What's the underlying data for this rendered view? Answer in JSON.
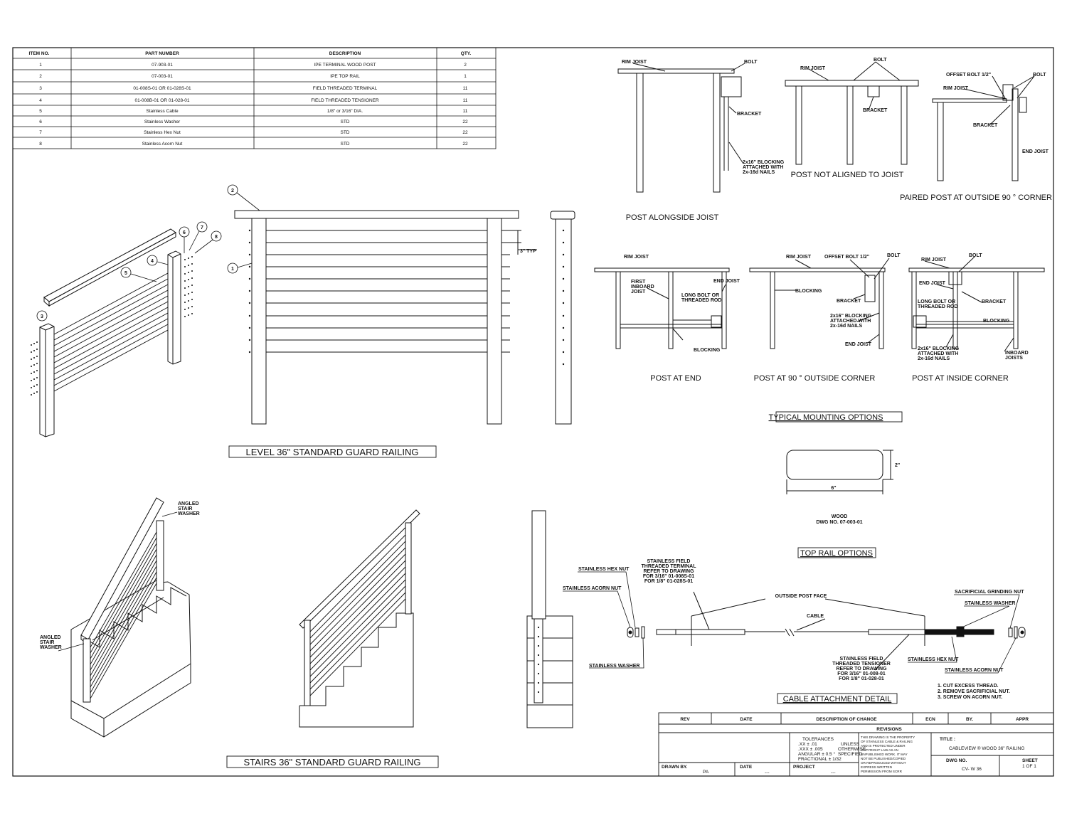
{
  "bom": {
    "headers": [
      "ITEM NO.",
      "PART NUMBER",
      "DESCRIPTION",
      "QTY."
    ],
    "rows": [
      {
        "item": "1",
        "part": "07-903-01",
        "desc": "IPE TERMINAL WOOD POST",
        "qty": "2"
      },
      {
        "item": "2",
        "part": "07-003-01",
        "desc": "IPE TOP RAIL",
        "qty": "1"
      },
      {
        "item": "3",
        "part": "01-008S-01 OR 01-028S-01",
        "desc": "FIELD THREADED TERMINAL",
        "qty": "11"
      },
      {
        "item": "4",
        "part": "01-008B-01 OR 01-028-01",
        "desc": "FIELD THREADED TENSIONER",
        "qty": "11"
      },
      {
        "item": "5",
        "part": "Stainless Cable",
        "desc": "1/8\" or 3/16\" DIA.",
        "qty": "11"
      },
      {
        "item": "6",
        "part": "Stainless Washer",
        "desc": "STD",
        "qty": "22"
      },
      {
        "item": "7",
        "part": "Stainless Hex Nut",
        "desc": "STD",
        "qty": "22"
      },
      {
        "item": "8",
        "part": "Stainless Acorn Nut",
        "desc": "STD",
        "qty": "22"
      }
    ]
  },
  "balloons": [
    "1",
    "2",
    "3",
    "4",
    "5",
    "6",
    "7",
    "8"
  ],
  "captions": {
    "level": "LEVEL 36\" STANDARD GUARD RAILING",
    "stairs": "STAIRS 36\" STANDARD GUARD RAILING",
    "typical": "TYPICAL MOUNTING OPTIONS",
    "top_rail": "TOP RAIL OPTIONS",
    "cable": "CABLE ATTACHMENT DETAIL",
    "alongside": "POST ALONGSIDE JOIST",
    "not_aligned": "POST NOT ALIGNED TO JOIST",
    "paired": "PAIRED POST AT OUTSIDE 90 ° CORNER",
    "at_end": "POST AT END",
    "outside_corner": "POST AT 90 ° OUTSIDE CORNER",
    "inside_corner": "POST AT INSIDE CORNER"
  },
  "labels": {
    "rim_joist": "RIM JOIST",
    "bolt": "BOLT",
    "bracket": "BRACKET",
    "blocking_1": "2x16\" BLOCKING",
    "blocking_2": "ATTACHED WITH",
    "blocking_3": "2x-16d NAILS",
    "offset_bolt": "OFFSET BOLT 1/2\"",
    "end_joist": "END JOIST",
    "first_inboard_1": "FIRST",
    "first_inboard_2": "INBOARD",
    "first_inboard_3": "JOIST",
    "long_bolt_1": "LONG BOLT OR",
    "long_bolt_2": "THREADED ROD",
    "blocking": "BLOCKING",
    "inboard_1": "INBOARD",
    "inboard_2": "JOISTS",
    "typ": "3\" TYP",
    "angled_washer_1": "ANGLED",
    "angled_washer_2": "STAIR",
    "angled_washer_3": "WASHER",
    "rail_width": "6\"",
    "rail_height": "2\"",
    "wood": "WOOD",
    "dwg": "DWG NO. 07-003-01",
    "hex_nut": "STAINLESS HEX NUT",
    "acorn_nut": "STAINLESS ACORN NUT",
    "washer": "STAINLESS WASHER",
    "field_terminal_1": "STAINLESS FIELD",
    "field_terminal_2": "THREADED TERMINAL",
    "field_terminal_3": "REFER TO DRAWING",
    "field_terminal_4": "FOR 3/16\" 01-008S-01",
    "field_terminal_5": "FOR 1/8\" 01-028S-01",
    "outside_post_face": "OUTSIDE POST FACE",
    "cable": "CABLE",
    "field_tensioner_1": "STAINLESS FIELD",
    "field_tensioner_2": "THREADED TENSIONER",
    "field_tensioner_3": "REFER TO DRAWING",
    "field_tensioner_4": "FOR 3/16\" 01-008-01",
    "field_tensioner_5": "FOR 1/8\" 01-028-01",
    "sacrificial_nut": "SACRIFICIAL GRINDING NUT",
    "notes": [
      "1.   CUT EXCESS THREAD.",
      "2.   REMOVE SACRIFICIAL NUT.",
      "3.   SCREW ON ACORN NUT."
    ]
  },
  "title_block": {
    "rev_headers": [
      "REV",
      "DATE",
      "DESCRIPTION OF CHANGE",
      "ECN",
      "BY.",
      "APPR"
    ],
    "revisions": "REVISIONS",
    "tol_1": "TOLERANCES",
    "tol_2": ".XX ± .01",
    "tol_3": ".XXX ± .005",
    "tol_4": "ANGULAR    ± 0.5 °",
    "tol_5": "FRACTIONAL    ± 1/32",
    "unless_1": "UNLESS",
    "unless_2": "OTHERWISE",
    "unless_3": "SPECIFIED",
    "prop_1": "THIS DRAWING IS THE PROPERTY",
    "prop_2": "OF STAINLESS CABLE & RAILING",
    "prop_3": "AND IS PROTECTED UNDER",
    "prop_4": "COPYRIGHT LAW AS AN",
    "prop_5": "UNPUBLISHED WORK. IT MAY",
    "prop_6": "NOT BE PUBLISHED/COPIED",
    "prop_7": "OR REPRODUCED WITHOUT",
    "prop_8": "EXPRESS WRITTEN",
    "prop_9": "PERMISSION FROM SCRR",
    "title_lbl": "TITLE :",
    "title_val": "CABLEVIEW  ® WOOD 36\" RAILING",
    "dwg_lbl": "DWG NO.",
    "dwg_val": "CV- W 36",
    "sheet_lbl": "SHEET",
    "sheet_val": "1 OF 1",
    "drawn_lbl": "DRAWN BY.",
    "drawn_val": "PA",
    "date_lbl": "DATE",
    "date_val": "---",
    "project_lbl": "PROJECT",
    "project_val": "---"
  }
}
